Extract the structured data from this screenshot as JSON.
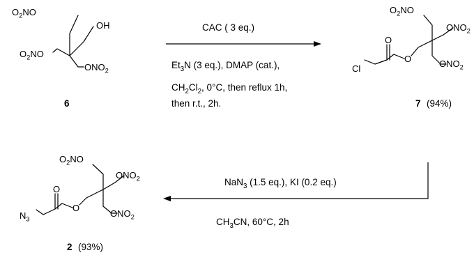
{
  "compounds": {
    "c6": {
      "number": "6",
      "groups": {
        "top_left": "O2NO",
        "top_right": "OH",
        "left": "O2NO",
        "right": "ONO2"
      }
    },
    "c7": {
      "number": "7",
      "yield": "(94%)",
      "groups": {
        "top": "O2NO",
        "right": "ONO2",
        "bottom_right": "ONO2",
        "carbonyl_o": "O",
        "ester_o": "O",
        "halide": "Cl"
      }
    },
    "c2": {
      "number": "2",
      "yield": "(93%)",
      "groups": {
        "top": "O2NO",
        "right": "ONO2",
        "bottom_right": "ONO2",
        "carbonyl_o": "O",
        "ester_o": "O",
        "azide": "N3"
      }
    }
  },
  "step1": {
    "reagent": "CAC ( 3 eq.)",
    "cond_line1": "Et3N (3 eq.), DMAP (cat.),",
    "cond_line2": "CH2Cl2, 0°C, then reflux 1h,",
    "cond_line3": "then r.t., 2h."
  },
  "step2": {
    "reagent": "NaN3 (1.5 eq.), KI (0.2 eq.)",
    "conditions": "CH3CN, 60°C, 2h"
  }
}
